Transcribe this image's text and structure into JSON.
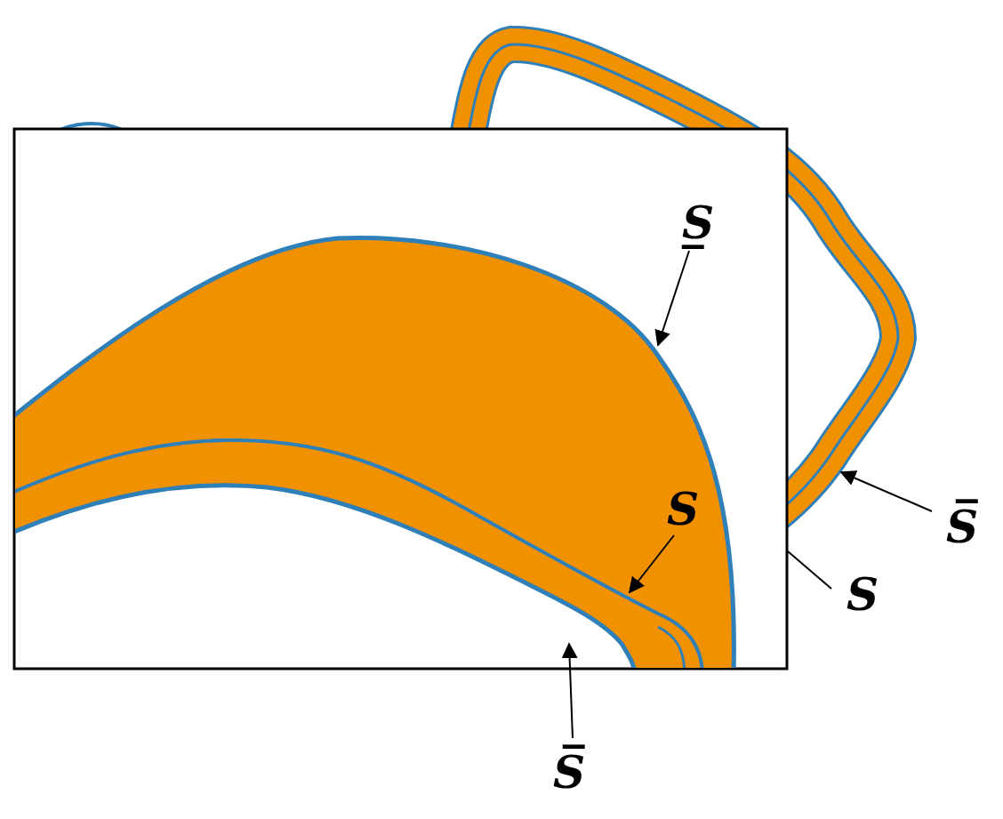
{
  "diagram": {
    "labels": [
      "S̲",
      "S",
      "S̅",
      "S̅",
      "S"
    ]
  }
}
